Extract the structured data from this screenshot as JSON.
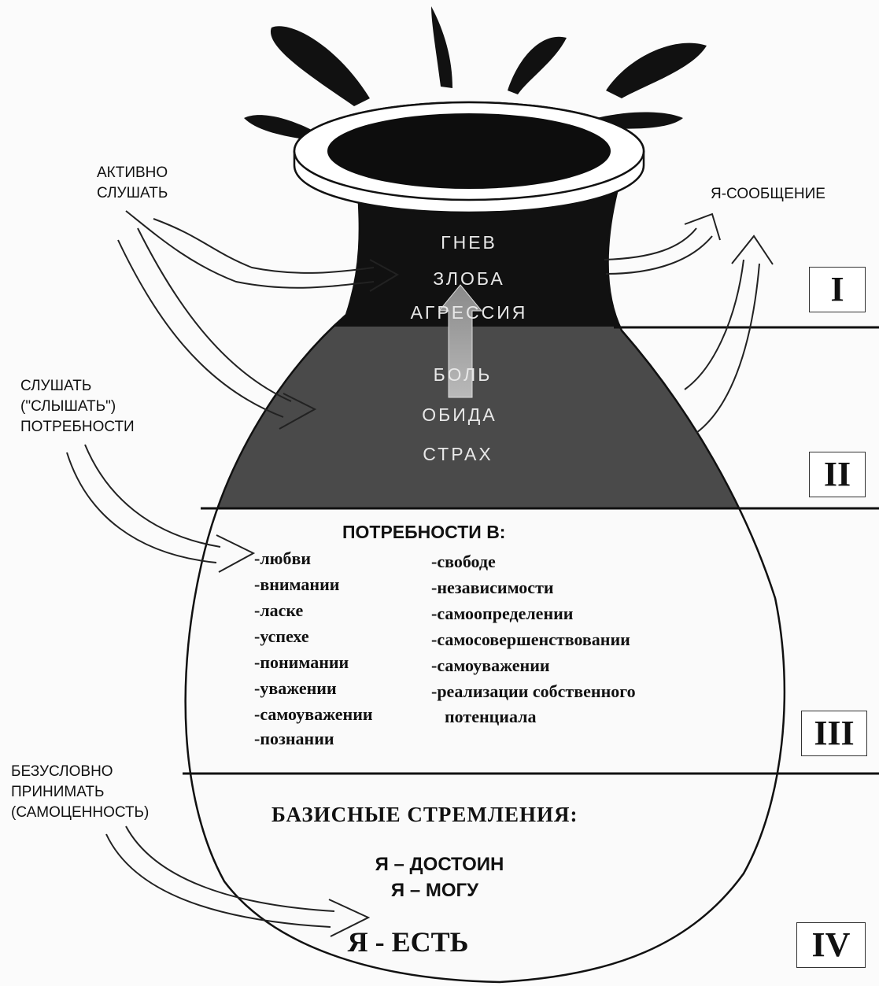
{
  "left_labels": {
    "active_listen": [
      "АКТИВНО",
      "СЛУШАТЬ"
    ],
    "listen_needs": [
      "СЛУШАТЬ",
      "(\"СЛЫШАТЬ\")",
      "ПОТРЕБНОСТИ"
    ],
    "accept": [
      "БЕЗУСЛОВНО",
      "ПРИНИМАТЬ",
      "(САМОЦЕННОСТЬ)"
    ]
  },
  "right_label": "Я-СООБЩЕНИЕ",
  "level1_emotions": [
    "ГНЕВ",
    "ЗЛОБА",
    "АГРЕССИЯ"
  ],
  "level2_emotions": [
    "БОЛЬ",
    "ОБИДА",
    "СТРАХ"
  ],
  "needs": {
    "title": "ПОТРЕБНОСТИ В:",
    "left": [
      "-любви",
      "-внимании",
      "-ласке",
      "-успехе",
      "-понимании",
      "-уважении",
      "-самоуважении",
      "-познании"
    ],
    "right": [
      "-свободе",
      "-независимости",
      "-самоопределении",
      "-самосовершенствовании",
      "-самоуважении",
      "-реализации собственного",
      "потенциала"
    ]
  },
  "basic": {
    "title": "БАЗИСНЫЕ СТРЕМЛЕНИЯ:",
    "line1": "Я – ДОСТОИН",
    "line2": "Я – МОГУ",
    "line3": "Я - ЕСТЬ"
  },
  "levels": [
    "I",
    "II",
    "III",
    "IV"
  ]
}
